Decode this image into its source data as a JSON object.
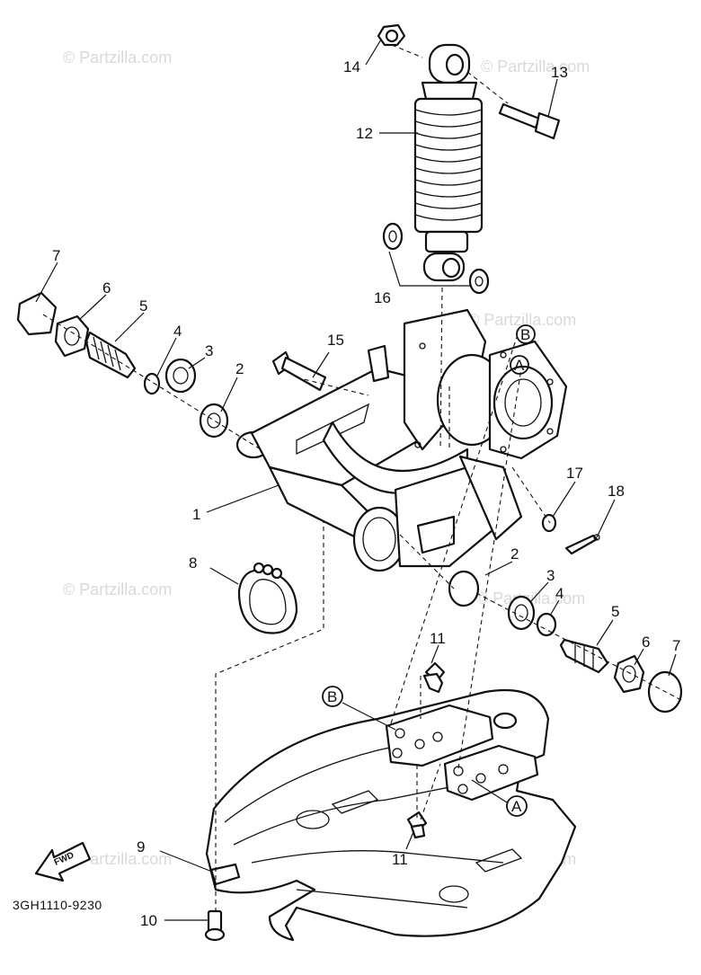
{
  "watermark": "© Partzilla.com",
  "diagram_code": "3GH1110-9230",
  "fwd_label": "FWD",
  "reference_marks": {
    "a": "A",
    "b": "B"
  },
  "callouts": {
    "c1": "1",
    "c2a": "2",
    "c2b": "2",
    "c3a": "3",
    "c3b": "3",
    "c4a": "4",
    "c4b": "4",
    "c5a": "5",
    "c5b": "5",
    "c6a": "6",
    "c6b": "6",
    "c7a": "7",
    "c7b": "7",
    "c8": "8",
    "c9": "9",
    "c10": "10",
    "c11a": "11",
    "c11b": "11",
    "c12": "12",
    "c13": "13",
    "c14": "14",
    "c15": "15",
    "c16": "16",
    "c17": "17",
    "c18": "18"
  }
}
